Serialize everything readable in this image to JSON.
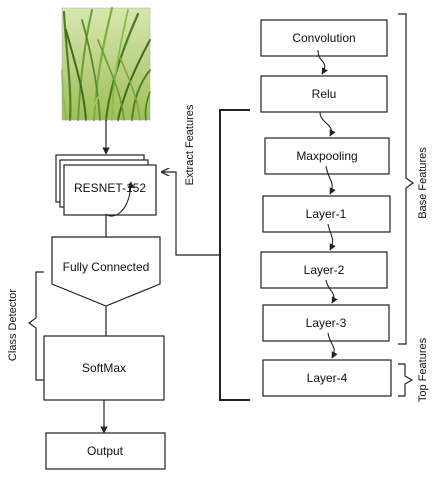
{
  "left_column": {
    "backbone": "RESNET-152",
    "fully_connected": "Fully Connected",
    "softmax": "SoftMax",
    "output": "Output"
  },
  "right_column": {
    "layers": [
      "Convolution",
      "Relu",
      "Maxpooling",
      "Layer-1",
      "Layer-2",
      "Layer-3",
      "Layer-4"
    ]
  },
  "side_labels": {
    "extract_features": "Extract Features",
    "base_features": "Base Features",
    "top_features": "Top Features",
    "class_detector": "Class Detector"
  },
  "input_image": {
    "subject": "rice-plant-photo",
    "colors": [
      "#6f9f38",
      "#a8c85a",
      "#3d6b20",
      "#c9d98a"
    ]
  }
}
